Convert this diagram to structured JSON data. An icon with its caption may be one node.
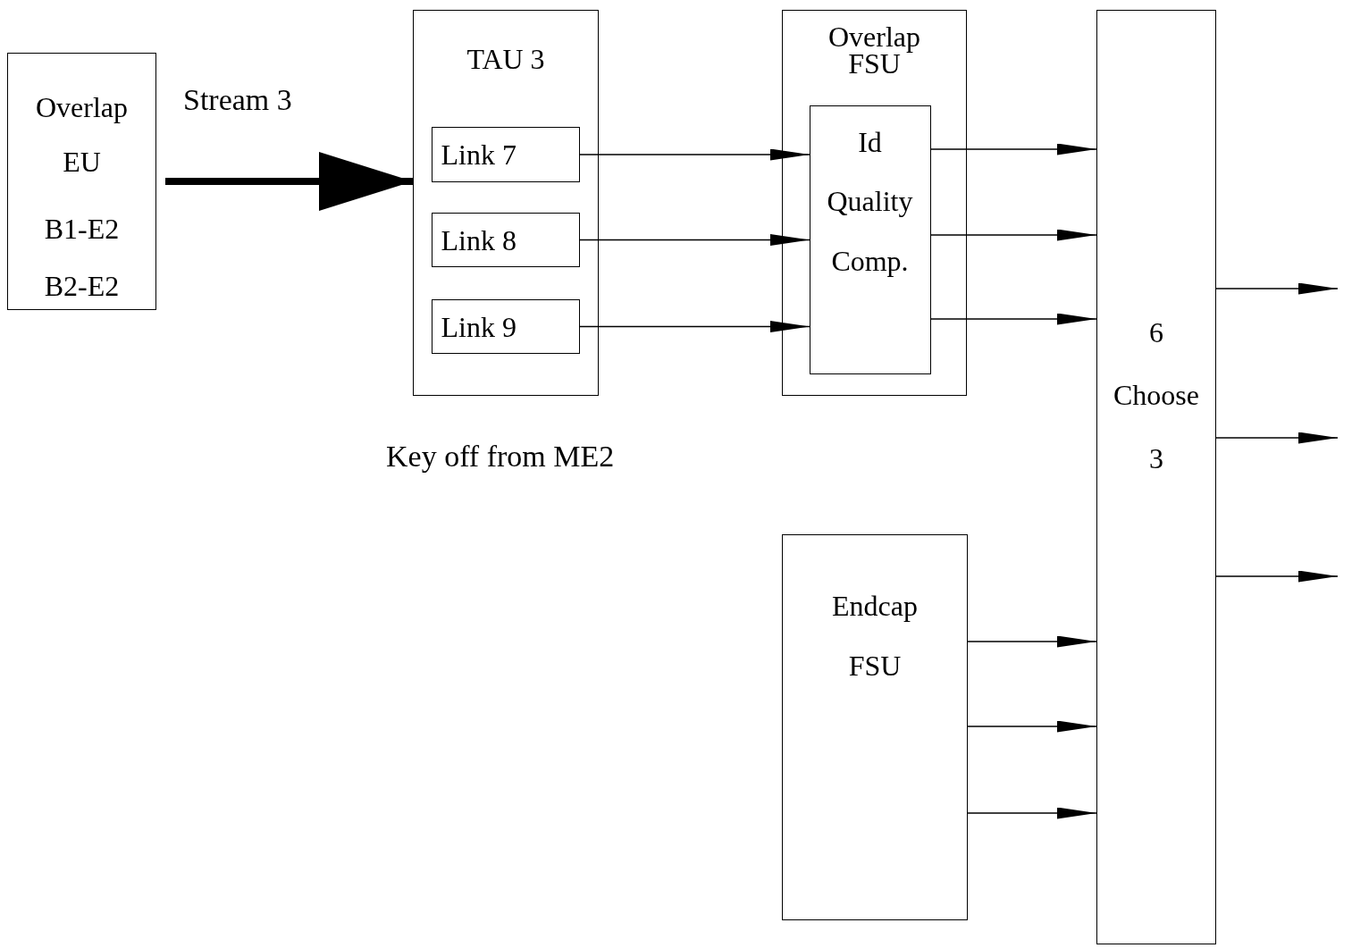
{
  "diagram": {
    "nodes": [
      {
        "text": [
          "Overlap EU",
          "B1-E2",
          "B2-E2"
        ]
      },
      {
        "text": [
          "TAU 3"
        ]
      },
      {
        "text": [
          "Link 7"
        ],
        "in": 1
      },
      {
        "text": [
          "Link 8"
        ],
        "in": 1
      },
      {
        "text": [
          "Link 9"
        ],
        "in": 1
      },
      {
        "text": [
          "Overlap FSU"
        ]
      },
      {
        "text": [
          "Id",
          "Quality",
          "Comp."
        ],
        "in": 5
      },
      {
        "text": [
          "Endcap FSU"
        ]
      },
      {
        "text": [
          "6 Choose 3"
        ]
      }
    ],
    "edges": [
      {
        "from": 0,
        "to": 1,
        "arrow": "to",
        "label": "Stream 3",
        "style": "thick"
      },
      {
        "from": 2,
        "to": 6,
        "arrow": "to"
      },
      {
        "from": 3,
        "to": 6,
        "arrow": "to"
      },
      {
        "from": 4,
        "to": 6,
        "arrow": "to"
      },
      {
        "from": 6,
        "to": 8,
        "arrow": "to"
      },
      {
        "from": 6,
        "to": 8,
        "arrow": "to"
      },
      {
        "from": 6,
        "to": 8,
        "arrow": "to"
      },
      {
        "from": 7,
        "to": 8,
        "arrow": "to"
      },
      {
        "from": 7,
        "to": 8,
        "arrow": "to"
      },
      {
        "from": 7,
        "to": 8,
        "arrow": "to"
      },
      {
        "from": 8,
        "to": null,
        "arrow": "to"
      },
      {
        "from": 8,
        "to": null,
        "arrow": "to"
      },
      {
        "from": 8,
        "to": null,
        "arrow": "to"
      }
    ],
    "labels": [
      "Key off from ME2"
    ]
  }
}
